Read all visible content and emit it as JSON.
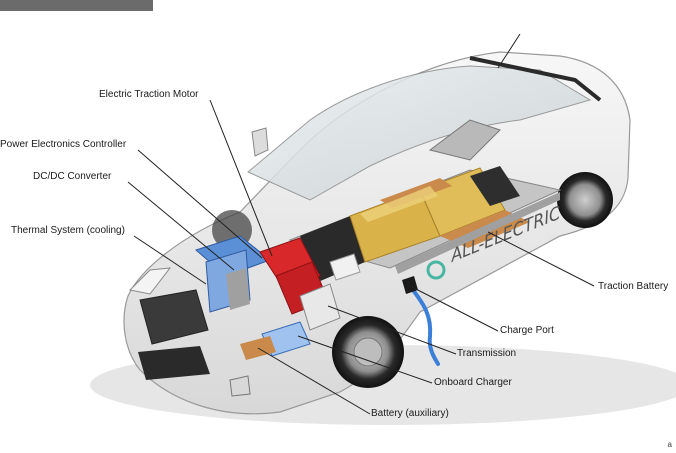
{
  "labels": {
    "motor": "Electric Traction Motor",
    "power_electronics": "Power Electronics Controller",
    "dcdc": "DC/DC Converter",
    "thermal": "Thermal System (cooling)",
    "traction_battery": "Traction Battery",
    "charge_port": "Charge Port",
    "transmission": "Transmission",
    "onboard_charger": "Onboard Charger",
    "aux_battery": "Battery (auxiliary)"
  },
  "car_side_text": "ALL-ELECTRIC",
  "corner_mark": "a",
  "colors": {
    "battery_cell": "#d9b24a",
    "battery_cell_dark": "#a9822a",
    "copper": "#c98a4b",
    "motor_red": "#d8282a",
    "converter_blue": "#5b8fd6",
    "charge_cable": "#3b7fd9",
    "leader_line": "#222222"
  }
}
